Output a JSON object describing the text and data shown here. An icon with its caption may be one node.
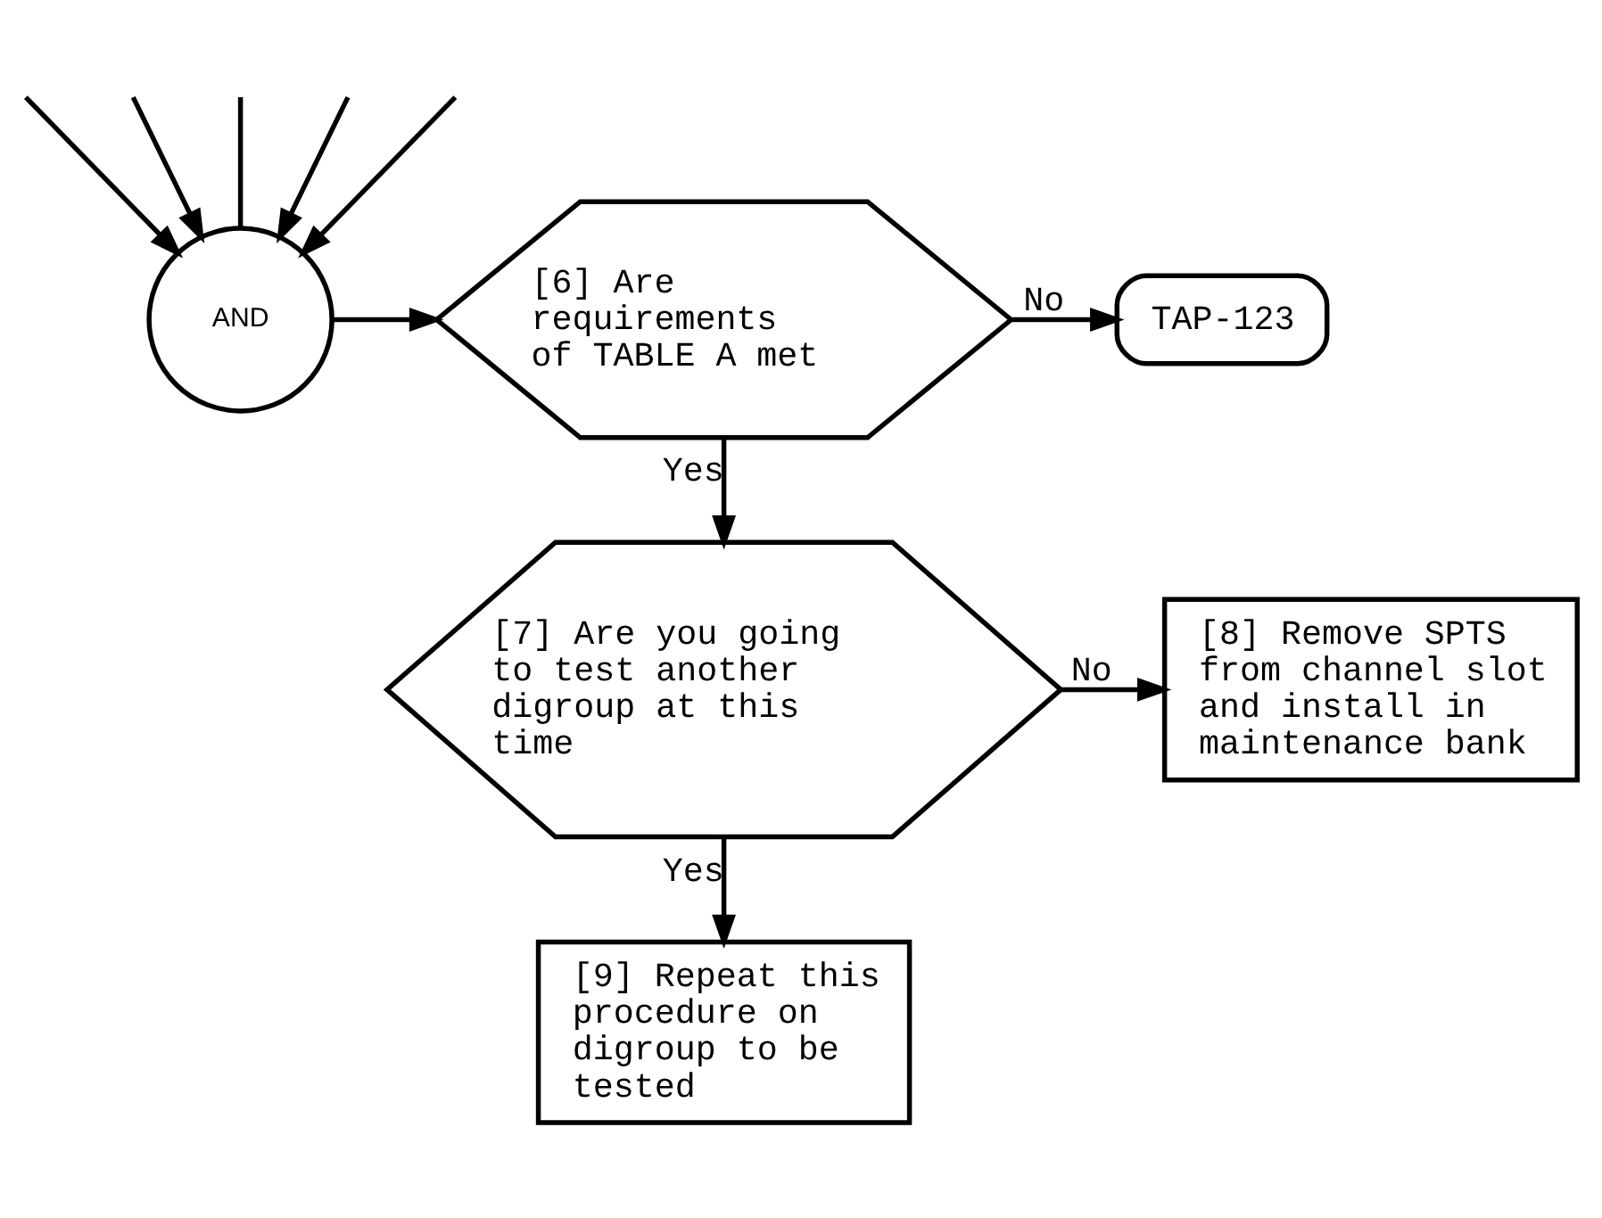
{
  "diagram": {
    "nodes": [
      {
        "text": [
          "AND"
        ]
      },
      {
        "text": [
          "[6] Are requirements of TABLE A met"
        ]
      },
      {
        "text": [
          "TAP-123"
        ]
      },
      {
        "text": [
          "[7] Are you going to test another digroup at this time"
        ]
      },
      {
        "text": [
          "[8] Remove SPTS from channel slot and install in maintenance bank"
        ]
      },
      {
        "text": [
          "[9] Repeat this procedure on digroup to be tested"
        ]
      }
    ],
    "edges": [
      {
        "from": null,
        "to": 0,
        "arrow": "to"
      },
      {
        "from": null,
        "to": 0,
        "arrow": "to"
      },
      {
        "from": null,
        "to": 0,
        "arrow": "none"
      },
      {
        "from": null,
        "to": 0,
        "arrow": "to"
      },
      {
        "from": null,
        "to": 0,
        "arrow": "to"
      },
      {
        "from": 0,
        "to": 1,
        "arrow": "to"
      },
      {
        "from": 1,
        "to": 2,
        "label": "No",
        "arrow": "to"
      },
      {
        "from": 1,
        "to": 3,
        "label": "Yes",
        "arrow": "to"
      },
      {
        "from": 3,
        "to": 4,
        "label": "No",
        "arrow": "to"
      },
      {
        "from": 3,
        "to": 5,
        "label": "Yes",
        "arrow": "to"
      }
    ]
  }
}
